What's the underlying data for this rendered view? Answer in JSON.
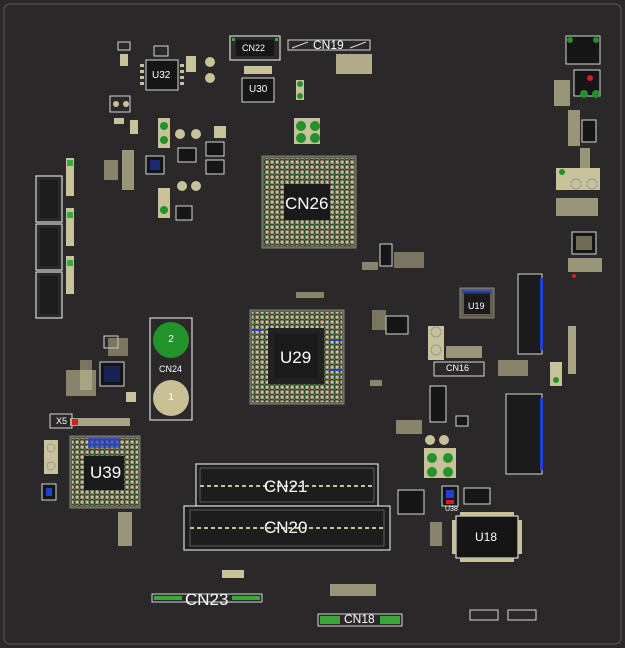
{
  "board": {
    "background": "#2a2829",
    "colors": {
      "outline": "#e8e8e8",
      "pad": "#c8c29a",
      "via": "#3aa83a",
      "blue": "#1e3fd0",
      "red": "#d02020",
      "pad_gold": "#c9c096",
      "pad_green": "#22922a"
    }
  },
  "components": {
    "cn22": "CN22",
    "cn19": "CN19",
    "u32": "U32",
    "u30": "U30",
    "cn26": "CN26",
    "u29": "U29",
    "u19": "U19",
    "cn16": "CN16",
    "cn24": "CN24",
    "cn24_pin2": "2",
    "cn24_pin1": "1",
    "x5": "X5",
    "u39": "U39",
    "cn21": "CN21",
    "cn20": "CN20",
    "u18": "U18",
    "cn23": "CN23",
    "cn18": "CN18",
    "u38": "U38"
  }
}
